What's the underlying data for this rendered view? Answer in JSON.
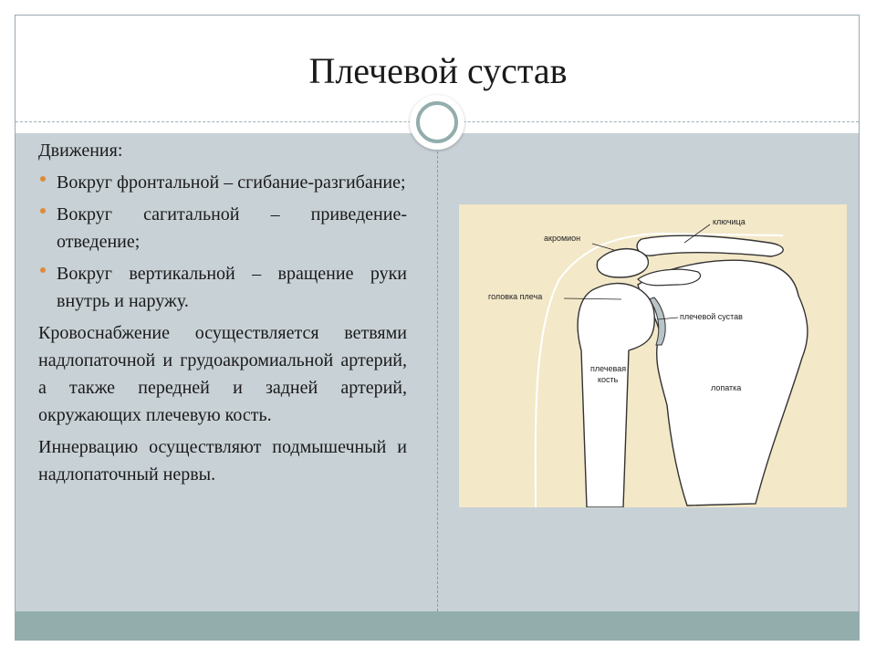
{
  "title": "Плечевой сустав",
  "movements": {
    "heading": "Движения:",
    "items": [
      {
        "label": "Вокруг фронтальной – сгибание-разгибание;"
      },
      {
        "label": "Вокруг сагитальной – приведение-отведение;"
      },
      {
        "label": "Вокруг вертикальной – вращение руки внутрь и наружу."
      }
    ]
  },
  "blood_supply": "Кровоснабжение осуществляется ветвями надлопаточной и грудоакромиальной артерий, а также передней и задней артерий, окружающих плечевую кость.",
  "innervation": "Иннервацию осуществляют подмышечный и надлопаточный нервы.",
  "diagram": {
    "labels": {
      "clavicle": "ключица",
      "acromion": "акромион",
      "humeral_head": "головка плеча",
      "shoulder_joint": "плечевой сустав",
      "humerus_line1": "плечевая",
      "humerus_line2": "кость",
      "scapula": "лопатка"
    }
  },
  "colors": {
    "content_bg": "#c8d1d6",
    "accent": "#93adad",
    "bullet": "#e0893a",
    "diagram_bg": "#f3e8c8"
  }
}
